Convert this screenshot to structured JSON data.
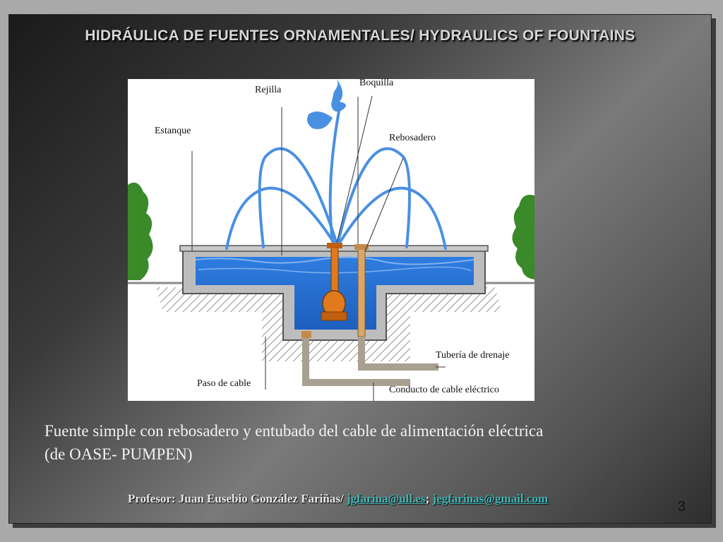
{
  "slide": {
    "title": "HIDRÁULICA DE FUENTES ORNAMENTALES/ HYDRAULICS OF FOUNTAINS",
    "caption_line1": "Fuente simple con rebosadero y entubado del cable de alimentación eléctrica",
    "caption_line2": "(de OASE- PUMPEN)",
    "footer_prefix": "Profesor: Juan Eusebio González Fariñas/ ",
    "email1": "jgfarina@ull.es",
    "separator": "; ",
    "email2": "jegfarinas@gmail.com",
    "page_number": "3"
  },
  "diagram": {
    "labels": {
      "boquilla": "Boquilla",
      "rejilla": "Rejilla",
      "estanque": "Estanque",
      "rebosadero": "Rebosadero",
      "tuberia": "Tubería de drenaje",
      "paso_cable": "Paso de cable",
      "conducto": "Conducto de cable eléctrico"
    },
    "colors": {
      "water": "#2a6fd6",
      "jet": "#4a90e2",
      "concrete": "#b8b8b8",
      "pump": "#e07a1c",
      "pipe": "#b0a898",
      "tree": "#3a8a2a"
    }
  }
}
